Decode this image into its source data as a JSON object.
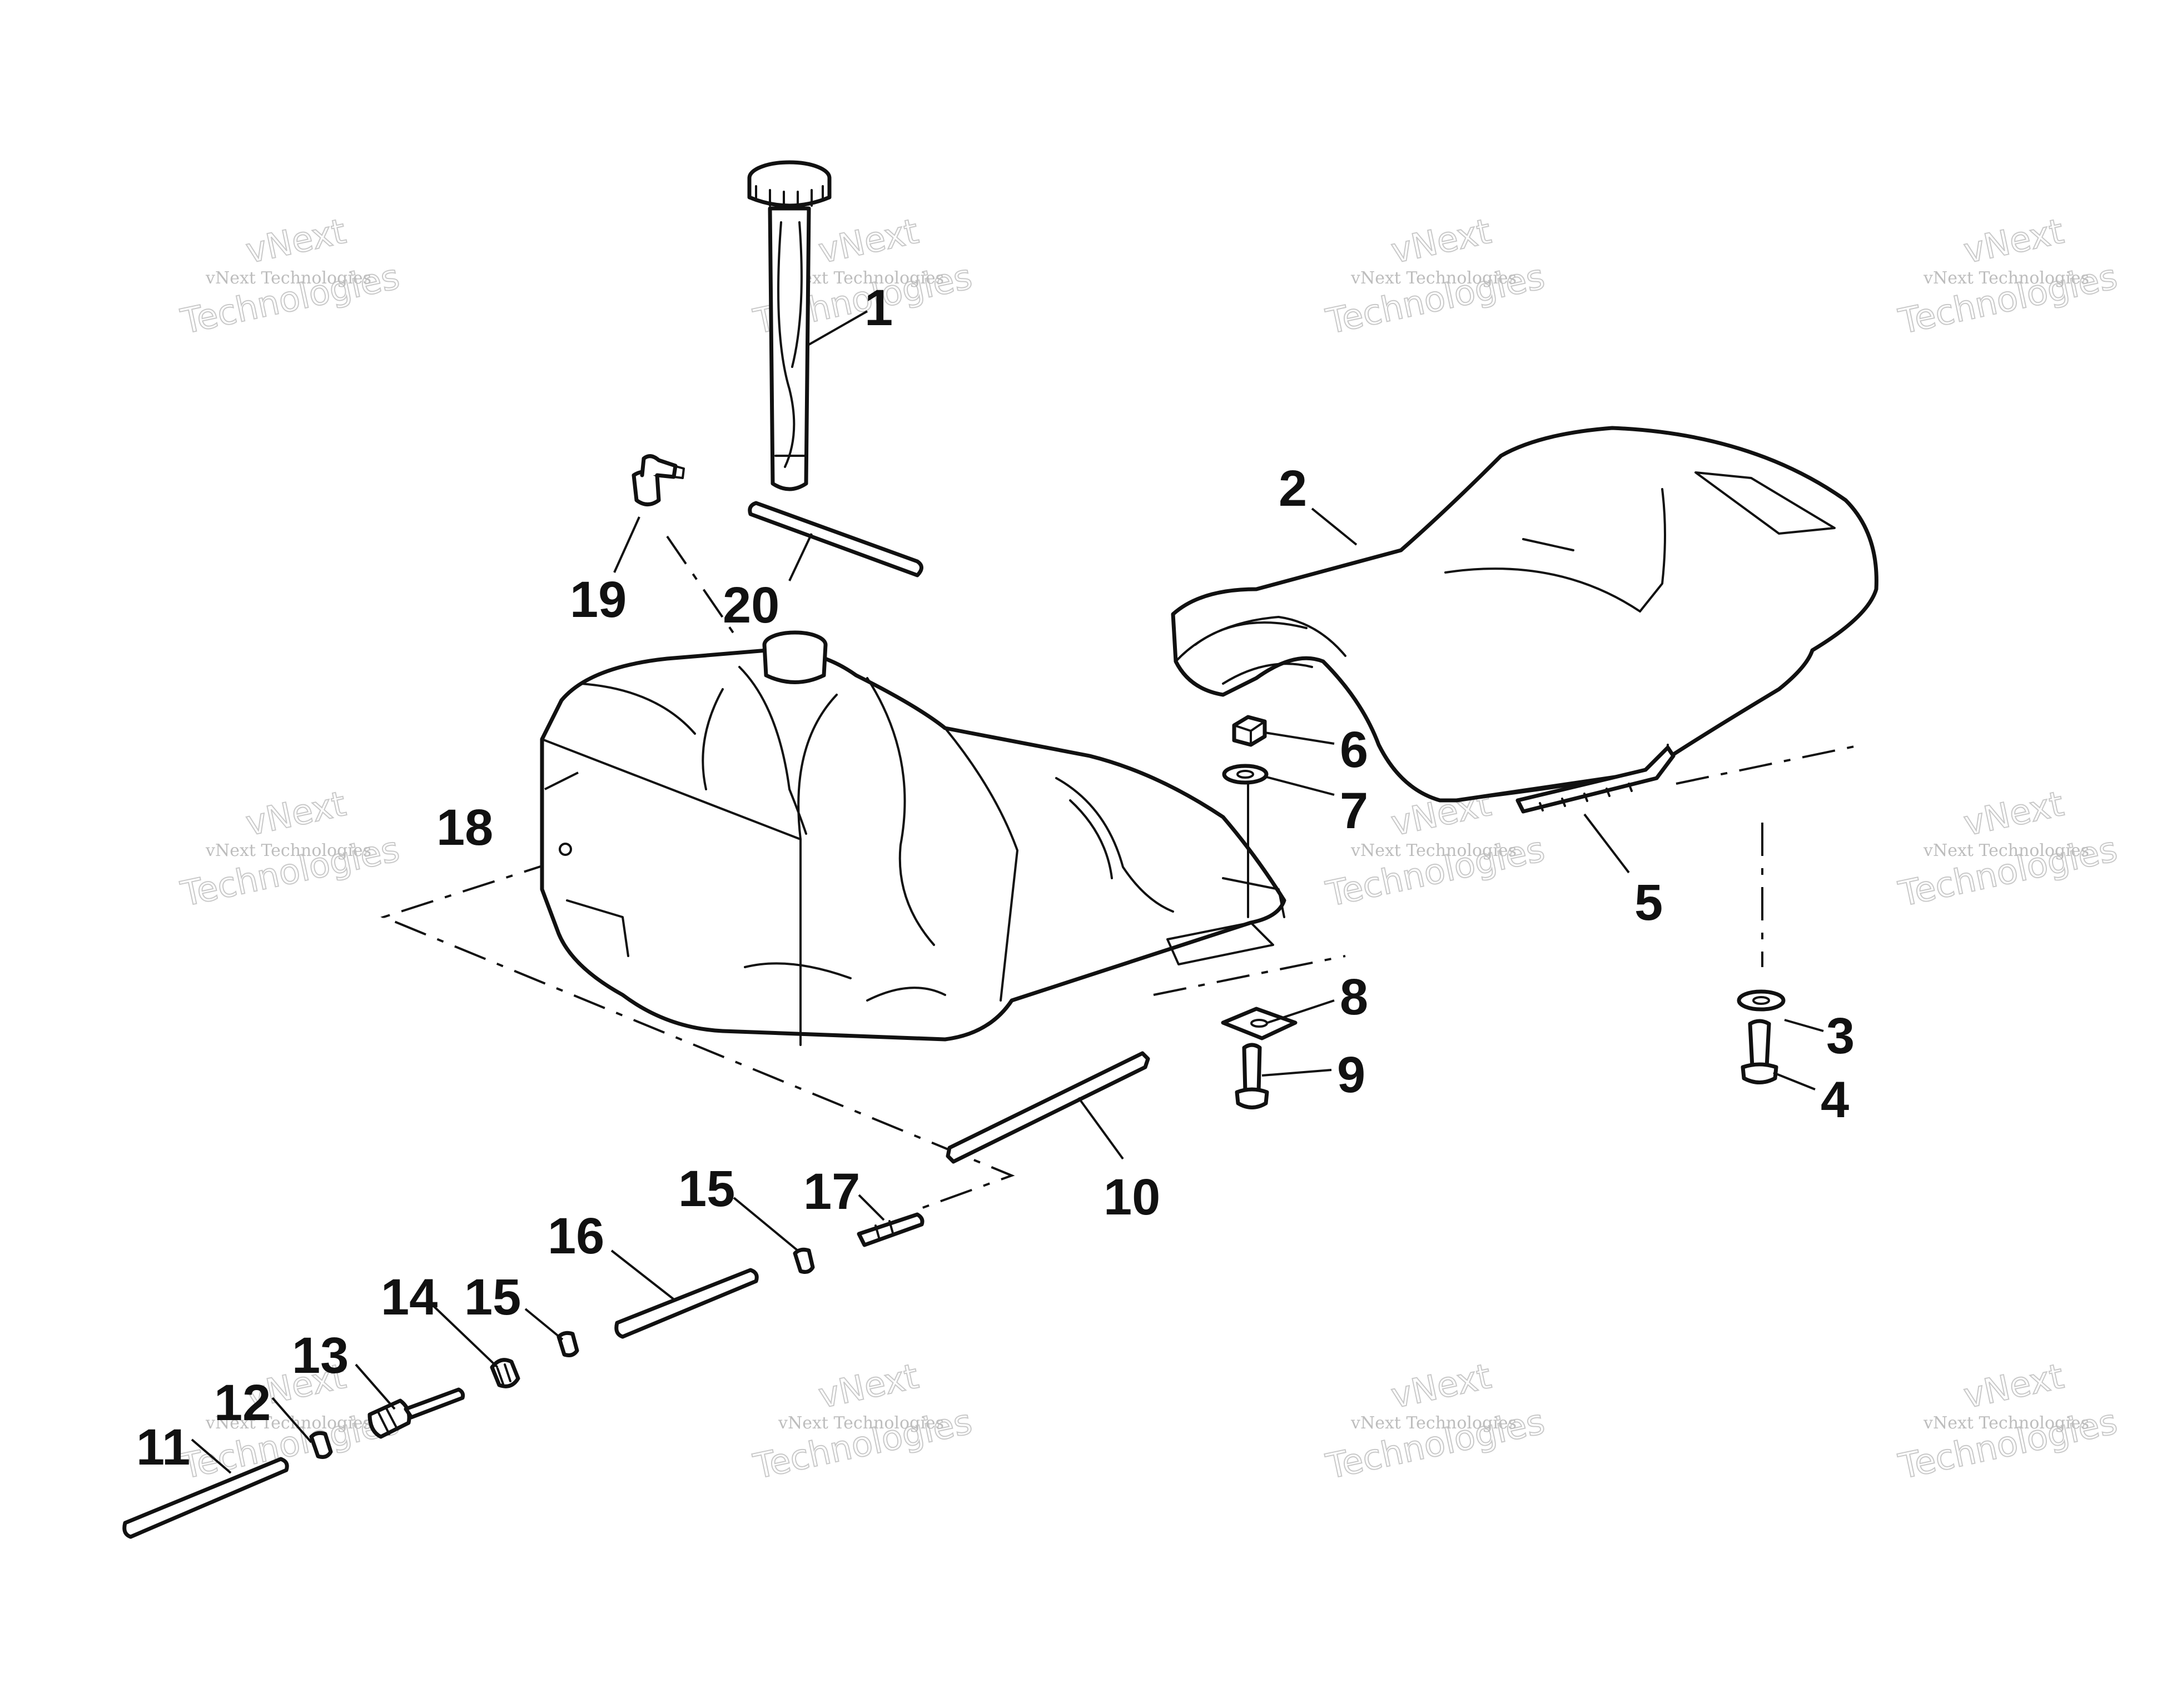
{
  "colors": {
    "ink": "#111111",
    "watermark": "#bdbdbd",
    "background": "#ffffff"
  },
  "watermark": {
    "line1": "vNext",
    "line2": "Technologies",
    "full": "vNext Technologies"
  },
  "callouts": {
    "c1": "1",
    "c2": "2",
    "c3": "3",
    "c4": "4",
    "c5": "5",
    "c6": "6",
    "c7": "7",
    "c8": "8",
    "c9": "9",
    "c10": "10",
    "c11": "11",
    "c12": "12",
    "c13": "13",
    "c14": "14",
    "c15a": "15",
    "c15b": "15",
    "c16": "16",
    "c17": "17",
    "c18": "18",
    "c19": "19",
    "c20": "20"
  }
}
